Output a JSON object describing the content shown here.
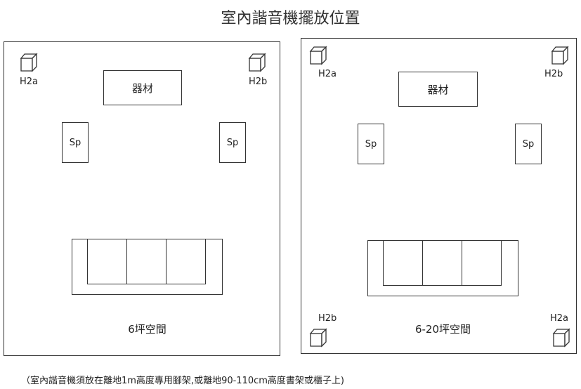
{
  "title": "室內諧音機擺放位置",
  "rooms": [
    {
      "area_label": "6坪空間",
      "equipment_label": "器材",
      "speaker_left": "Sp",
      "speaker_right": "Sp",
      "h_top_left": "H2a",
      "h_top_right": "H2b"
    },
    {
      "area_label": "6-20坪空間",
      "equipment_label": "器材",
      "speaker_left": "Sp",
      "speaker_right": "Sp",
      "h_top_left": "H2a",
      "h_top_right": "H2b",
      "h_bottom_left": "H2b",
      "h_bottom_right": "H2a"
    }
  ],
  "note": "（室內諧音機須放在離地1m高度專用腳架,或離地90-110cm高度書架或櫃子上)"
}
